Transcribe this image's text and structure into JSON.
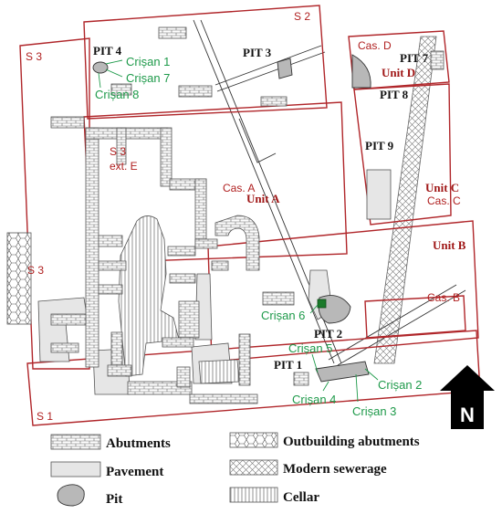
{
  "sectors": {
    "s1": "S 1",
    "s2": "S 2",
    "s3": "S 3",
    "s3_ext_line1": "S 3",
    "s3_ext_line2": "ext. E",
    "cas_a": "Cas. A",
    "cas_b": "Cas. B",
    "cas_c": "Cas. C",
    "cas_d": "Cas. D"
  },
  "units": {
    "a": "Unit A",
    "b": "Unit B",
    "c": "Unit C",
    "d": "Unit D"
  },
  "pits": {
    "p1": "PIT 1",
    "p2": "PIT 2",
    "p3": "PIT 3",
    "p4": "PIT 4",
    "p7": "PIT 7",
    "p8": "PIT 8",
    "p9": "PIT 9"
  },
  "crisan": {
    "c1": "Crișan 1",
    "c2": "Crișan 2",
    "c3": "Crișan 3",
    "c4": "Crișan 4",
    "c5": "Crișan 5",
    "c6": "Crișan 6",
    "c7": "Crișan 7",
    "c8": "Crișan 8"
  },
  "north": "N",
  "legend": {
    "abutments": "Abutments",
    "pavement": "Pavement",
    "pit": "Pit",
    "outbuilding": "Outbuilding abutments",
    "sewerage": "Modern sewerage",
    "cellar": "Cellar"
  },
  "colors": {
    "trench_outline": "#b0262a",
    "green_labels": "#1e9a4a",
    "pit_fill": "#b8b8b8",
    "pavement_fill": "#e6e6e6",
    "highlight_square": "#1a7a2a"
  }
}
